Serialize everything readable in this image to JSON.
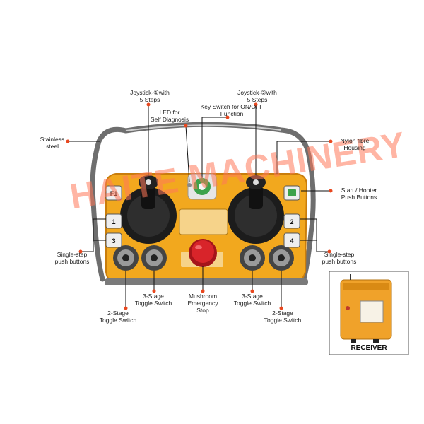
{
  "labels": {
    "joystick1": "Joystick-①with\n5 Steps",
    "joystick2": "Joystick-②with\n5 Steps",
    "led": "LED for\nSelf Diagnosis",
    "key_switch": "Key Switch for ON/OFF\nFunction",
    "stainless": "Stainless\nsteel",
    "nylon": "Nylon fibre\nHousing",
    "start_hooter": "Start / Hooter\nPush Buttons",
    "single_step_left": "Single-step\npush buttons",
    "single_step_right": "Single-step\npush buttons",
    "toggle2_left": "2-Stage\nToggle Switch",
    "toggle3_left": "3-Stage\nToggle Switch",
    "mushroom": "Mushroom\nEmergency\nStop",
    "toggle3_right": "3-Stage\nToggle Switch",
    "toggle2_right": "2-Stage\nToggle Switch",
    "receiver": "RECEIVER"
  },
  "buttons": {
    "f1": "F1",
    "b1": "1",
    "b2": "2",
    "b3": "3",
    "b4": "4"
  },
  "watermark": "HAITE MACHINERY",
  "colors": {
    "housing": "#f2a81e",
    "housing_dark": "#c97d0c",
    "frame": "#6e6e6e",
    "joystick_base": "#1c1c1c",
    "stop": "#d8242a",
    "pointer_dot": "#e8471e",
    "watermark": "#ff7a5a"
  }
}
